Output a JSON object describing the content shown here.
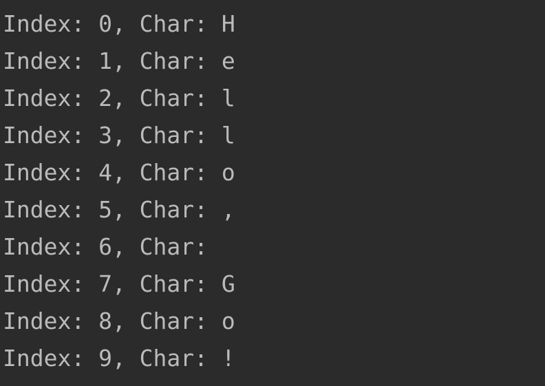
{
  "console": {
    "lines": [
      "Index: 0, Char: H",
      "Index: 1, Char: e",
      "Index: 2, Char: l",
      "Index: 3, Char: l",
      "Index: 4, Char: o",
      "Index: 5, Char: ,",
      "Index: 6, Char:  ",
      "Index: 7, Char: G",
      "Index: 8, Char: o",
      "Index: 9, Char: !"
    ]
  },
  "colors": {
    "background": "#2b2b2b",
    "text": "#bbbbbb"
  }
}
